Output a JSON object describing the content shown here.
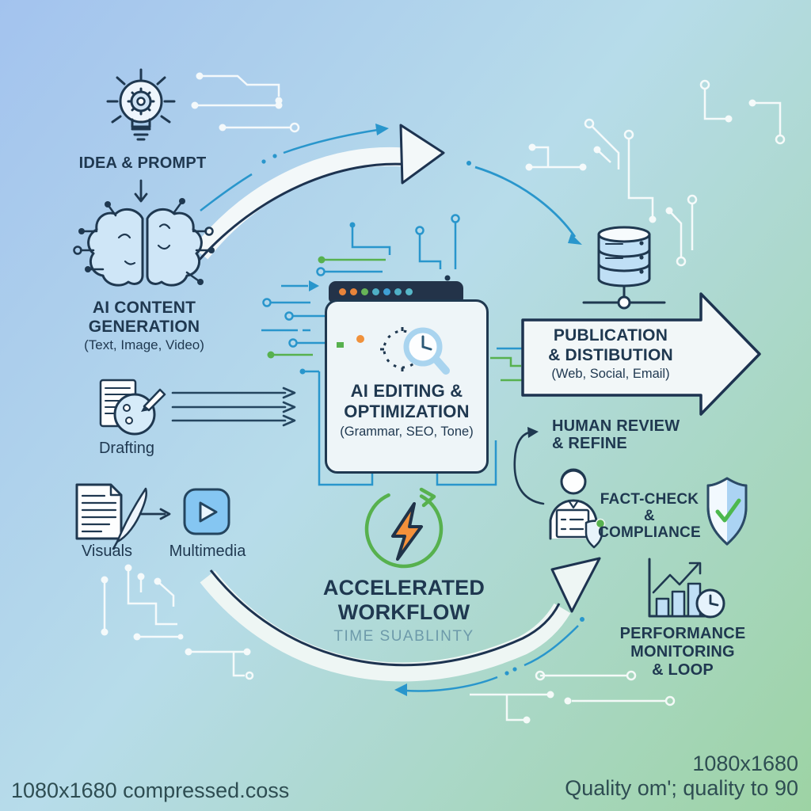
{
  "colors": {
    "background_top_left": "#a3c3ee",
    "background_middle": "#b7dcea",
    "background_bottom_right": "#9dd3a4",
    "navy": "#1f3850",
    "blue": "#2996cc",
    "teal": "#2aa7c9",
    "green": "#57b14e",
    "orange": "#f0913b",
    "panel": "#eef5f8",
    "muted_subtitle": "#6d9aaa",
    "footer_text": "#2e4d52",
    "browser_bar": "#233349",
    "browser_dots": [
      "#e8833a",
      "#e8833a",
      "#67b457",
      "#4fb0c6",
      "#3f9fd4",
      "#4fb0c6",
      "#57b8c9"
    ]
  },
  "nodes": {
    "idea": {
      "title": "IDEA & PROMPT"
    },
    "generation": {
      "title_line1": "AI CONTENT",
      "title_line2": "GENERATION",
      "subtitle": "(Text, Image, Video)"
    },
    "drafting": {
      "label": "Drafting"
    },
    "visuals": {
      "label": "Visuals"
    },
    "multimedia": {
      "label": "Multimedia"
    },
    "editing": {
      "title_line1": "AI EDITING &",
      "title_line2": "OPTIMIZATION",
      "subtitle": "(Grammar, SEO, Tone)"
    },
    "workflow": {
      "title_line1": "ACCELERATED",
      "title_line2": "WORKFLOW",
      "subtitle": "TIME SUABLINTY"
    },
    "publication": {
      "title_line1": "PUBLICATION",
      "title_line2": "& DISTIBUTION",
      "subtitle": "(Web, Social, Email)"
    },
    "human_review": {
      "title_line1": "HUMAN REVIEW",
      "title_line2": "& REFINE"
    },
    "fact_check": {
      "title_line1": "FACT-CHECK",
      "title_line2": "&",
      "title_line3": "COMPLIANCE"
    },
    "monitoring": {
      "title_line1": "PERFORMANCE",
      "title_line2": "MONITORING",
      "title_line3": "& LOOP"
    }
  },
  "footer": {
    "left": "1080x1680 compressed.coss",
    "right_line1": "1080x1680",
    "right_line2": "Quality om'; quality to 90"
  },
  "icons": [
    "lightbulb-gear-icon",
    "down-arrow-icon",
    "ai-brain-icon",
    "document-palette-icon",
    "triple-arrow-icon",
    "document-feather-icon",
    "right-arrow-icon",
    "play-button-icon",
    "magnifier-clock-icon",
    "lightning-cycle-icon",
    "database-icon",
    "publication-arrow",
    "curved-swoosh-arrow-top",
    "curved-swoosh-arrow-bottom",
    "hook-arrow-icon",
    "person-checklist-icon",
    "shield-check-icon",
    "bar-chart-clock-icon",
    "circuit-traces"
  ]
}
